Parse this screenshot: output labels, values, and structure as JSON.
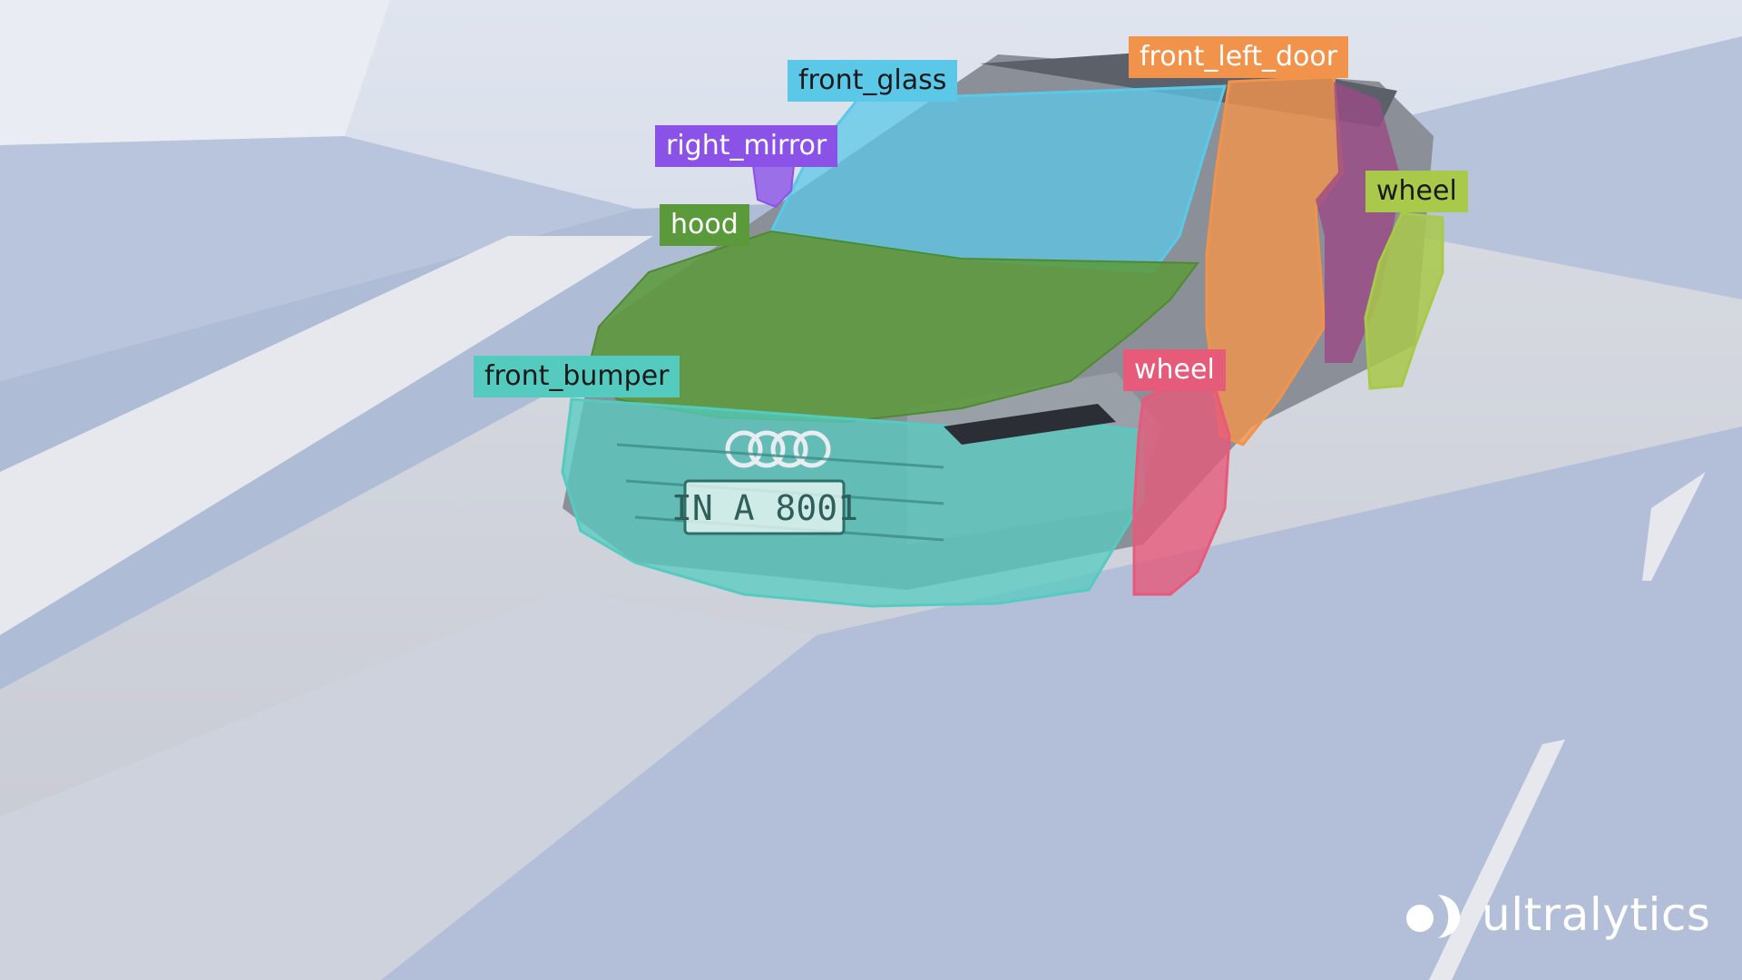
{
  "labels": {
    "front_glass": {
      "text": "front_glass",
      "color": "#5cc8e8"
    },
    "front_left_door": {
      "text": "front_left_door",
      "color": "#f2934c"
    },
    "right_mirror": {
      "text": "right_mirror",
      "color": "#8a52e6"
    },
    "hood": {
      "text": "hood",
      "color": "#5a9a3a"
    },
    "wheel_right": {
      "text": "wheel",
      "color": "#a8c94a"
    },
    "front_bumper": {
      "text": "front_bumper",
      "color": "#55cbc0"
    },
    "wheel_front": {
      "text": "wheel",
      "color": "#e65a7a"
    }
  },
  "plate": {
    "text": "IN A 8001"
  },
  "brand": {
    "name": "ultralytics"
  }
}
